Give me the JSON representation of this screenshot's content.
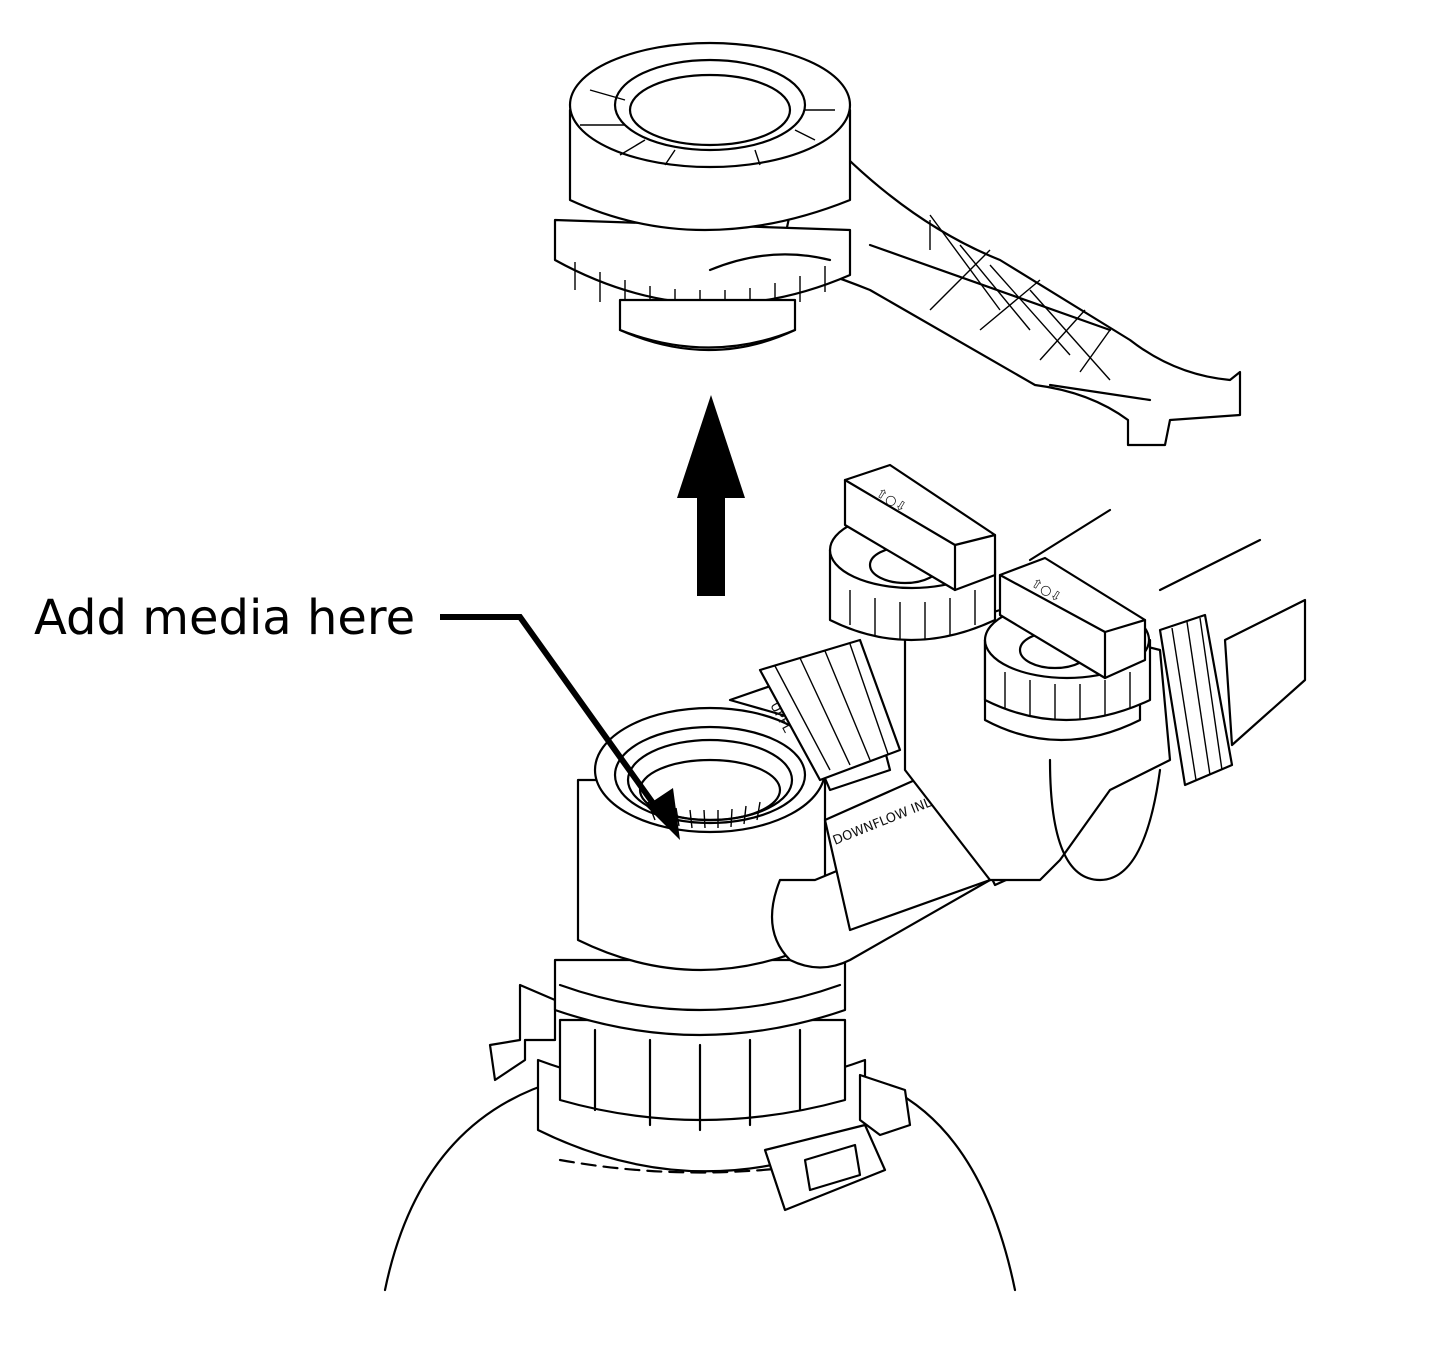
{
  "callout": {
    "label": "Add media here"
  },
  "embossed_text": {
    "upflow": "UPFL",
    "downflow_inlet": "DOWNFLOW INLET"
  },
  "colors": {
    "line": "#000000",
    "background": "#ffffff"
  }
}
